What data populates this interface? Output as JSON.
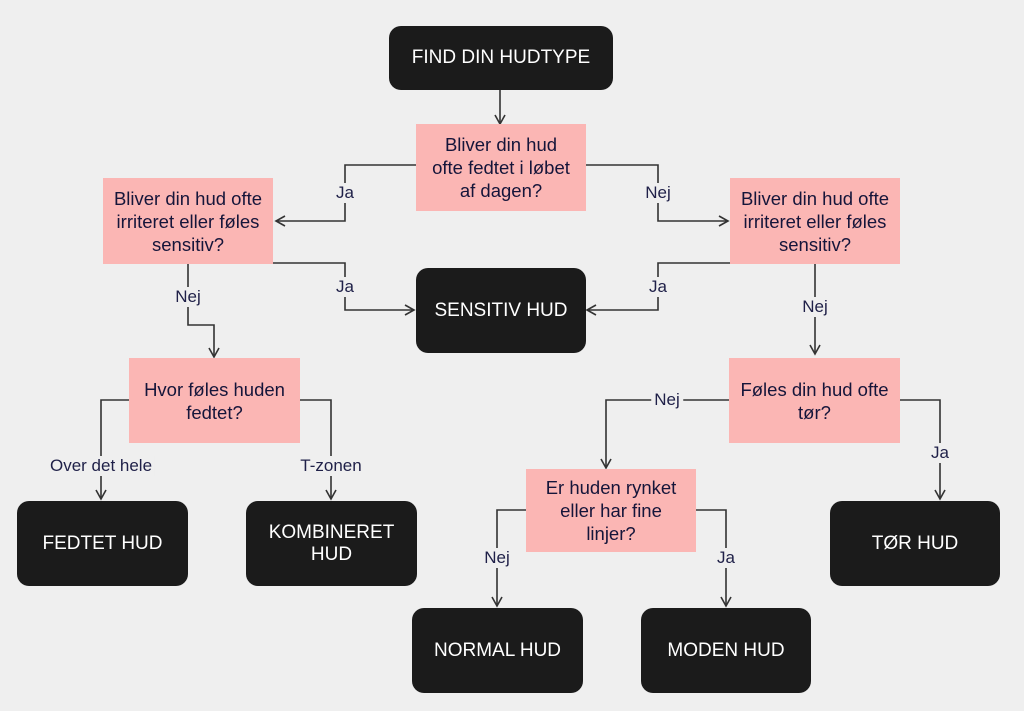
{
  "nodes": {
    "start": "FIND DIN HUDTYPE",
    "q_fedtet": "Bliver din hud\nofte fedtet i løbet\naf dagen?",
    "q_irriteret_left": "Bliver din hud ofte\nirriteret eller føles\nsensitiv?",
    "q_irriteret_right": "Bliver din hud ofte\nirriteret eller føles\nsensitiv?",
    "sensitiv": "SENSITIV HUD",
    "q_hvor": "Hvor føles huden\nfedtet?",
    "q_toer": "Føles din hud ofte\ntør?",
    "q_rynket": "Er huden rynket\neller har fine\nlinjer?",
    "fedtet_hud": "FEDTET HUD",
    "kombineret_hud": "KOMBINERET\nHUD",
    "toer_hud": "TØR HUD",
    "normal_hud": "NORMAL HUD",
    "moden_hud": "MODEN HUD"
  },
  "edges": {
    "ja_1": "Ja",
    "nej_1": "Nej",
    "ja_2": "Ja",
    "ja_3": "Ja",
    "nej_2": "Nej",
    "nej_3": "Nej",
    "over_det_hele": "Over det hele",
    "t_zonen": "T-zonen",
    "nej_4": "Nej",
    "ja_4": "Ja",
    "nej_5": "Nej",
    "ja_5": "Ja"
  },
  "colors": {
    "result_fill": "#1b1b1b",
    "question_fill": "#fbb6b4",
    "connector": "#333333",
    "background": "#efefef"
  }
}
